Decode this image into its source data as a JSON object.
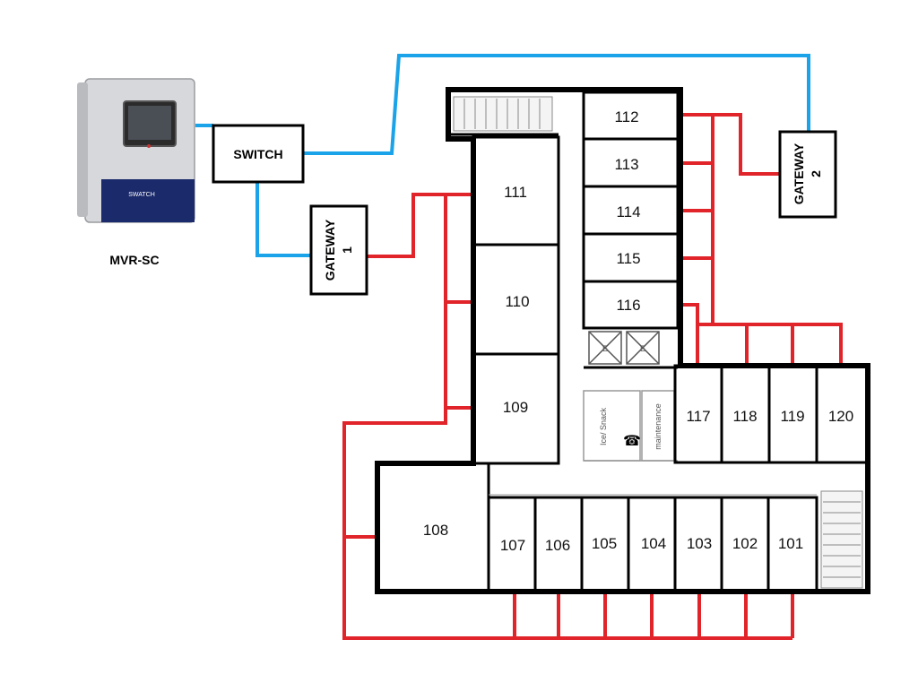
{
  "device": {
    "name": "MVR-SC",
    "brand_text": "SWATCH"
  },
  "switch": {
    "label": "SWITCH"
  },
  "gateways": [
    {
      "label": "GATEWAY",
      "number": "1"
    },
    {
      "label": "GATEWAY",
      "number": "2"
    }
  ],
  "rooms": [
    "101",
    "102",
    "103",
    "104",
    "105",
    "106",
    "107",
    "108",
    "109",
    "110",
    "111",
    "112",
    "113",
    "114",
    "115",
    "116",
    "117",
    "118",
    "119",
    "120"
  ],
  "facilities": {
    "ice_snack": "Ice/ Snack",
    "maintenance": "maintenance",
    "elevator": "E"
  },
  "colors": {
    "ethernet": "#1aa3e8",
    "rs485": "#e0242a",
    "wall": "#000000"
  }
}
